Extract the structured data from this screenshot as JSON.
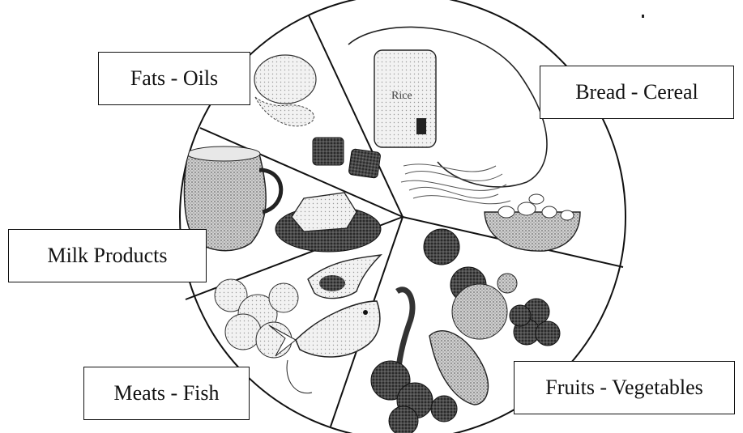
{
  "title": "",
  "groups": {
    "fats_oils": "Fats - Oils",
    "bread_cereal": "Bread - Cereal",
    "milk_products": "Milk Products",
    "meats_fish": "Meats - Fish",
    "fruits_vegetables": "Fruits - Vegetables"
  },
  "colors": {
    "ink": "#111111",
    "paper": "#ffffff",
    "food_shading": "#8a8a8a",
    "food_dark": "#3a3a3a"
  }
}
